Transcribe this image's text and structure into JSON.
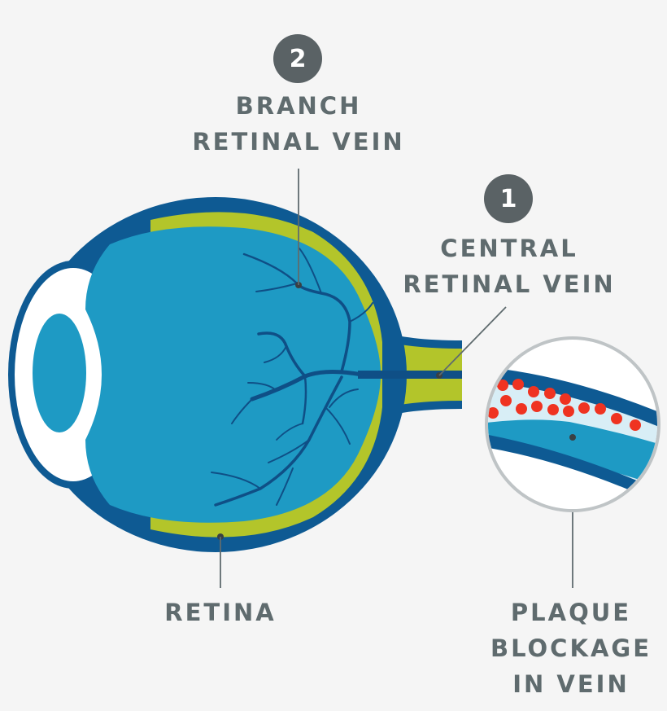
{
  "labels": {
    "branch": {
      "number": "2",
      "line1": "BRANCH",
      "line2": "RETINAL VEIN"
    },
    "central": {
      "number": "1",
      "line1": "CENTRAL",
      "line2": "RETINAL VEIN"
    },
    "retina": {
      "line1": "RETINA"
    },
    "plaque": {
      "line1": "PLAQUE",
      "line2": "BLOCKAGE",
      "line3": "IN VEIN"
    }
  },
  "colors": {
    "background": "#f5f5f5",
    "sclera_outline": "#0e5a93",
    "eye_fill": "#1e9ac4",
    "retina_layer": "#b3c52a",
    "vein": "#0f4f86",
    "plaque_dots": "#ef3321",
    "label_text": "#5f6b6e",
    "badge": "#5a6265"
  }
}
